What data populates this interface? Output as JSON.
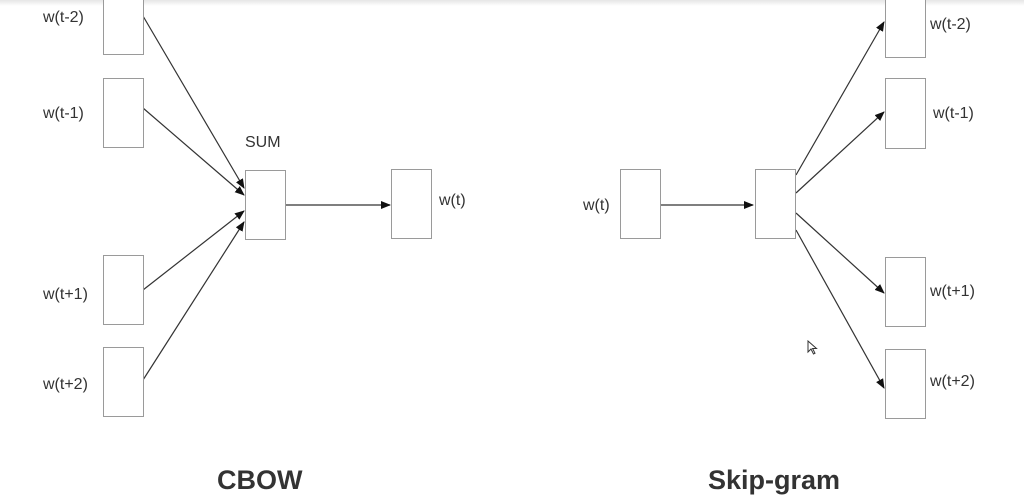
{
  "cbow": {
    "title": "CBOW",
    "sum_label": "SUM",
    "inputs": [
      "w(t-2)",
      "w(t-1)",
      "w(t+1)",
      "w(t+2)"
    ],
    "output": "w(t)"
  },
  "skipgram": {
    "title": "Skip-gram",
    "input": "w(t)",
    "outputs": [
      "w(t-2)",
      "w(t-1)",
      "w(t+1)",
      "w(t+2)"
    ]
  },
  "colors": {
    "line": "#333333",
    "box_border": "#9a9a9a",
    "text": "#333333"
  }
}
